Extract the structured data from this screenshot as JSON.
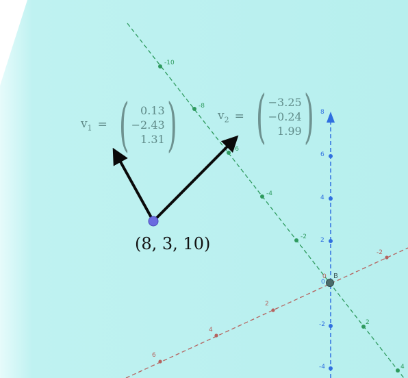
{
  "vectors": {
    "v1": {
      "label": "v",
      "sub": "1",
      "eq": "=",
      "values": [
        "0.13",
        "−2.43",
        "1.31"
      ]
    },
    "v2": {
      "label": "v",
      "sub": "2",
      "eq": "=",
      "values": [
        "−3.25",
        "−0.24",
        "1.99"
      ]
    }
  },
  "point": {
    "label": "(8, 3, 10)"
  },
  "origin_label": "B",
  "axes": {
    "green_ticks": [
      "-10",
      "-8",
      "-6",
      "-4",
      "-2",
      "2",
      "4"
    ],
    "blue_ticks": [
      "8",
      "6",
      "4",
      "2",
      "0",
      "-2",
      "-4"
    ],
    "red_ticks": [
      "-2",
      "0",
      "2",
      "4",
      "6"
    ]
  },
  "colors": {
    "plane": "#b9f0ef",
    "green_axis": "#2e9a5e",
    "blue_axis": "#2f6fe0",
    "red_axis": "#b5625e",
    "point": "#6b6be0",
    "vector": "#0a0a0a"
  }
}
